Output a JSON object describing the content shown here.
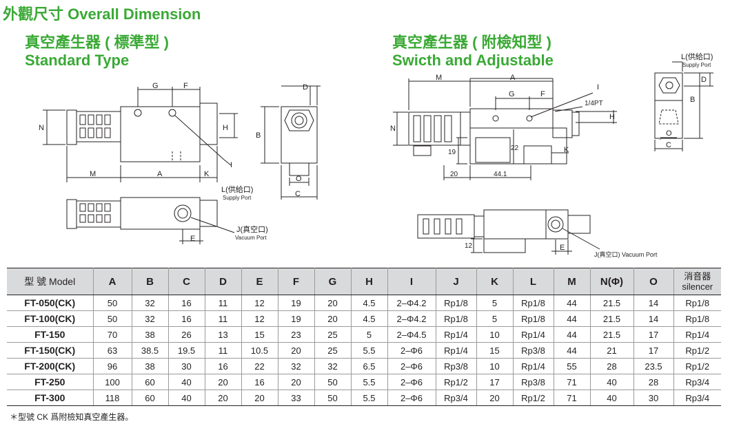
{
  "title": "外觀尺寸 Overall Dimension",
  "standard": {
    "title_cn": "真空產生器 ( 標準型 )",
    "title_en": "Standard Type"
  },
  "switch": {
    "title_cn": "真空產生器 ( 附檢知型 )",
    "title_en": "Swicth and Adjustable"
  },
  "labels": {
    "A": "A",
    "B": "B",
    "C": "C",
    "D": "D",
    "E": "E",
    "F": "F",
    "G": "G",
    "H": "H",
    "I": "I",
    "K": "K",
    "M": "M",
    "N": "N",
    "O": "O",
    "supply_cn": "L(供給口)",
    "supply_en": "Supply Port",
    "vacuum_cn": "J(真空口)",
    "vacuum_en": "Vacuum Port",
    "vacuum_full": "J(真空口) Vacuum Port",
    "pt": "1/4PT",
    "d19": "19",
    "d22": "22",
    "d20": "20",
    "d441": "44.1",
    "d12": "12"
  },
  "table": {
    "headers": [
      "型 號 Model",
      "A",
      "B",
      "C",
      "D",
      "E",
      "F",
      "G",
      "H",
      "I",
      "J",
      "K",
      "L",
      "M",
      "N(Φ)",
      "O"
    ],
    "silencer_cn": "消音器",
    "silencer_en": "silencer",
    "rows": [
      [
        "FT-050(CK)",
        "50",
        "32",
        "16",
        "11",
        "12",
        "19",
        "20",
        "4.5",
        "2–Φ4.2",
        "Rp1/8",
        "5",
        "Rp1/8",
        "44",
        "21.5",
        "14",
        "Rp1/8"
      ],
      [
        "FT-100(CK)",
        "50",
        "32",
        "16",
        "11",
        "12",
        "19",
        "20",
        "4.5",
        "2–Φ4.2",
        "Rp1/8",
        "5",
        "Rp1/8",
        "44",
        "21.5",
        "14",
        "Rp1/8"
      ],
      [
        "FT-150",
        "70",
        "38",
        "26",
        "13",
        "15",
        "23",
        "25",
        "5",
        "2–Φ4.5",
        "Rp1/4",
        "10",
        "Rp1/4",
        "44",
        "21.5",
        "17",
        "Rp1/4"
      ],
      [
        "FT-150(CK)",
        "63",
        "38.5",
        "19.5",
        "11",
        "10.5",
        "20",
        "25",
        "5.5",
        "2–Φ6",
        "Rp1/4",
        "15",
        "Rp3/8",
        "44",
        "21",
        "17",
        "Rp1/2"
      ],
      [
        "FT-200(CK)",
        "96",
        "38",
        "30",
        "16",
        "22",
        "32",
        "32",
        "6.5",
        "2–Φ6",
        "Rp3/8",
        "10",
        "Rp1/4",
        "55",
        "28",
        "23.5",
        "Rp1/2"
      ],
      [
        "FT-250",
        "100",
        "60",
        "40",
        "20",
        "16",
        "20",
        "50",
        "5.5",
        "2–Φ6",
        "Rp1/2",
        "17",
        "Rp3/8",
        "71",
        "40",
        "28",
        "Rp3/4"
      ],
      [
        "FT-300",
        "118",
        "60",
        "40",
        "20",
        "20",
        "33",
        "50",
        "5.5",
        "2–Φ6",
        "Rp3/4",
        "20",
        "Rp1/2",
        "71",
        "40",
        "30",
        "Rp3/4"
      ]
    ]
  },
  "footnote": "＊型號 CK 爲附檢知真空產生器。"
}
